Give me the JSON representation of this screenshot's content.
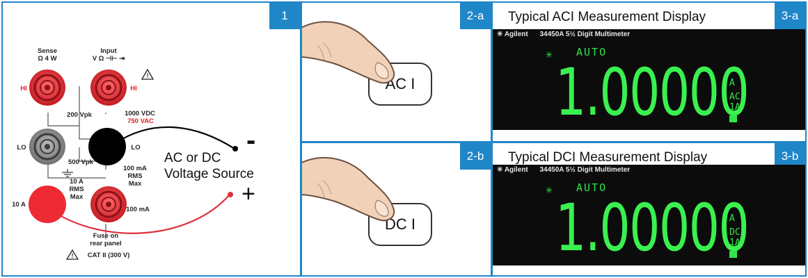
{
  "panel1": {
    "badge": "1",
    "labels": {
      "sense": "Sense",
      "sense_sub": "Ω 4 W",
      "input": "Input",
      "input_sub": "V Ω ⊣⊢ ⇥",
      "hi_left": "HI",
      "hi_right": "HI",
      "v200": "200 Vpk",
      "v1000": "1000 VDC",
      "v750": "750 VAC",
      "lo_left": "LO",
      "lo_right": "LO",
      "v500": "500 Vpk",
      "ma100": "100 mA",
      "rms_right": "RMS",
      "max_right": "Max",
      "a10_label": "10 A",
      "rms_left": "RMS",
      "max_left": "Max",
      "a10": "10 A",
      "ma100b": "100 mA",
      "fuse1": "Fuse on",
      "fuse2": "rear panel",
      "cat": "CAT II (300 V)"
    },
    "source_line1": "AC or DC",
    "source_line2": "Voltage Source",
    "minus": "-",
    "plus": "+"
  },
  "panel2a": {
    "badge": "2-a",
    "key_label": "AC I"
  },
  "panel2b": {
    "badge": "2-b",
    "key_label": "DC I"
  },
  "panel3a": {
    "badge": "3-a",
    "title": "Typical ACI Measurement Display",
    "brand": "Agilent",
    "model": "34450A  5½ Digit Multimeter",
    "mode": "AUTO",
    "reading": "1.00000",
    "unit": "A",
    "coupling": "AC",
    "range": "1A"
  },
  "panel3b": {
    "badge": "3-b",
    "title": "Typical DCI Measurement Display",
    "brand": "Agilent",
    "model": "34450A  5½ Digit Multimeter",
    "mode": "AUTO",
    "reading": "1.00000",
    "unit": "A",
    "coupling": "DC",
    "range": "1A"
  },
  "colors": {
    "accent": "#1f86c8",
    "lcd": "#31e64b",
    "terminal_red": "#d8232a",
    "lead_red": "#e0303a"
  }
}
